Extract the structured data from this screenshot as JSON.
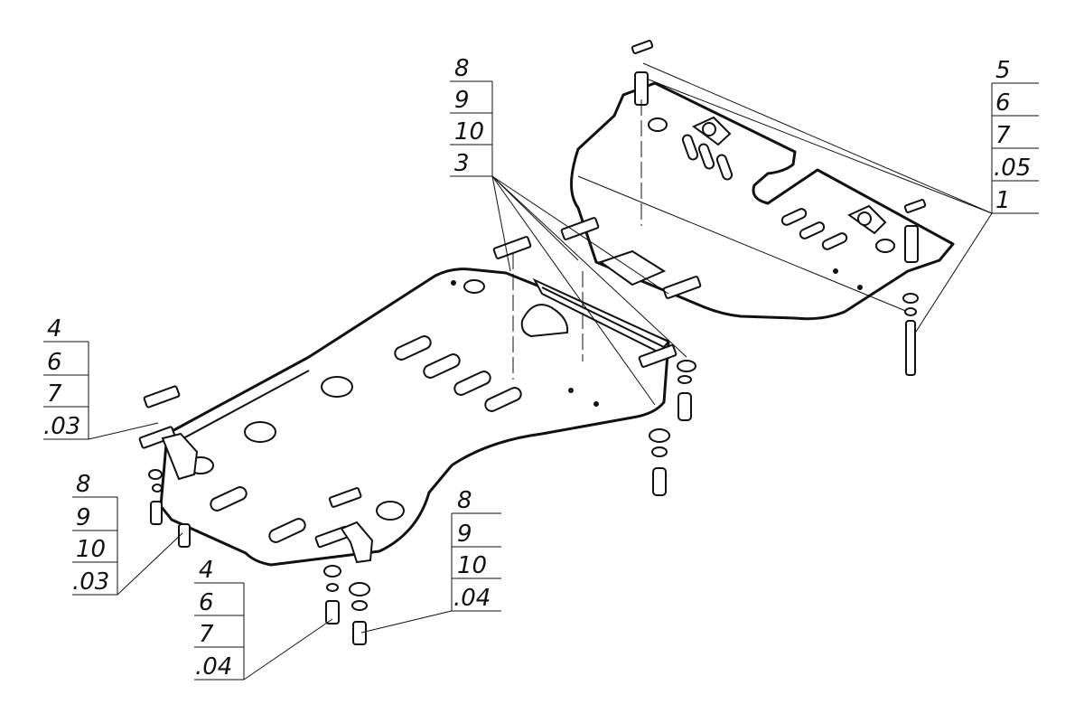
{
  "callouts": [
    {
      "id": "top-center",
      "items": [
        "8",
        "9",
        "10",
        "3"
      ]
    },
    {
      "id": "top-right",
      "items": [
        "5",
        "6",
        "7",
        ".05",
        "1"
      ]
    },
    {
      "id": "left-upper",
      "items": [
        "4",
        "6",
        "7",
        ".03"
      ]
    },
    {
      "id": "left-lower",
      "items": [
        "8",
        "9",
        "10",
        ".03"
      ]
    },
    {
      "id": "bottom-center",
      "items": [
        "4",
        "6",
        "7",
        ".04"
      ]
    },
    {
      "id": "bottom-right",
      "items": [
        "8",
        "9",
        "10",
        ".04"
      ]
    }
  ]
}
